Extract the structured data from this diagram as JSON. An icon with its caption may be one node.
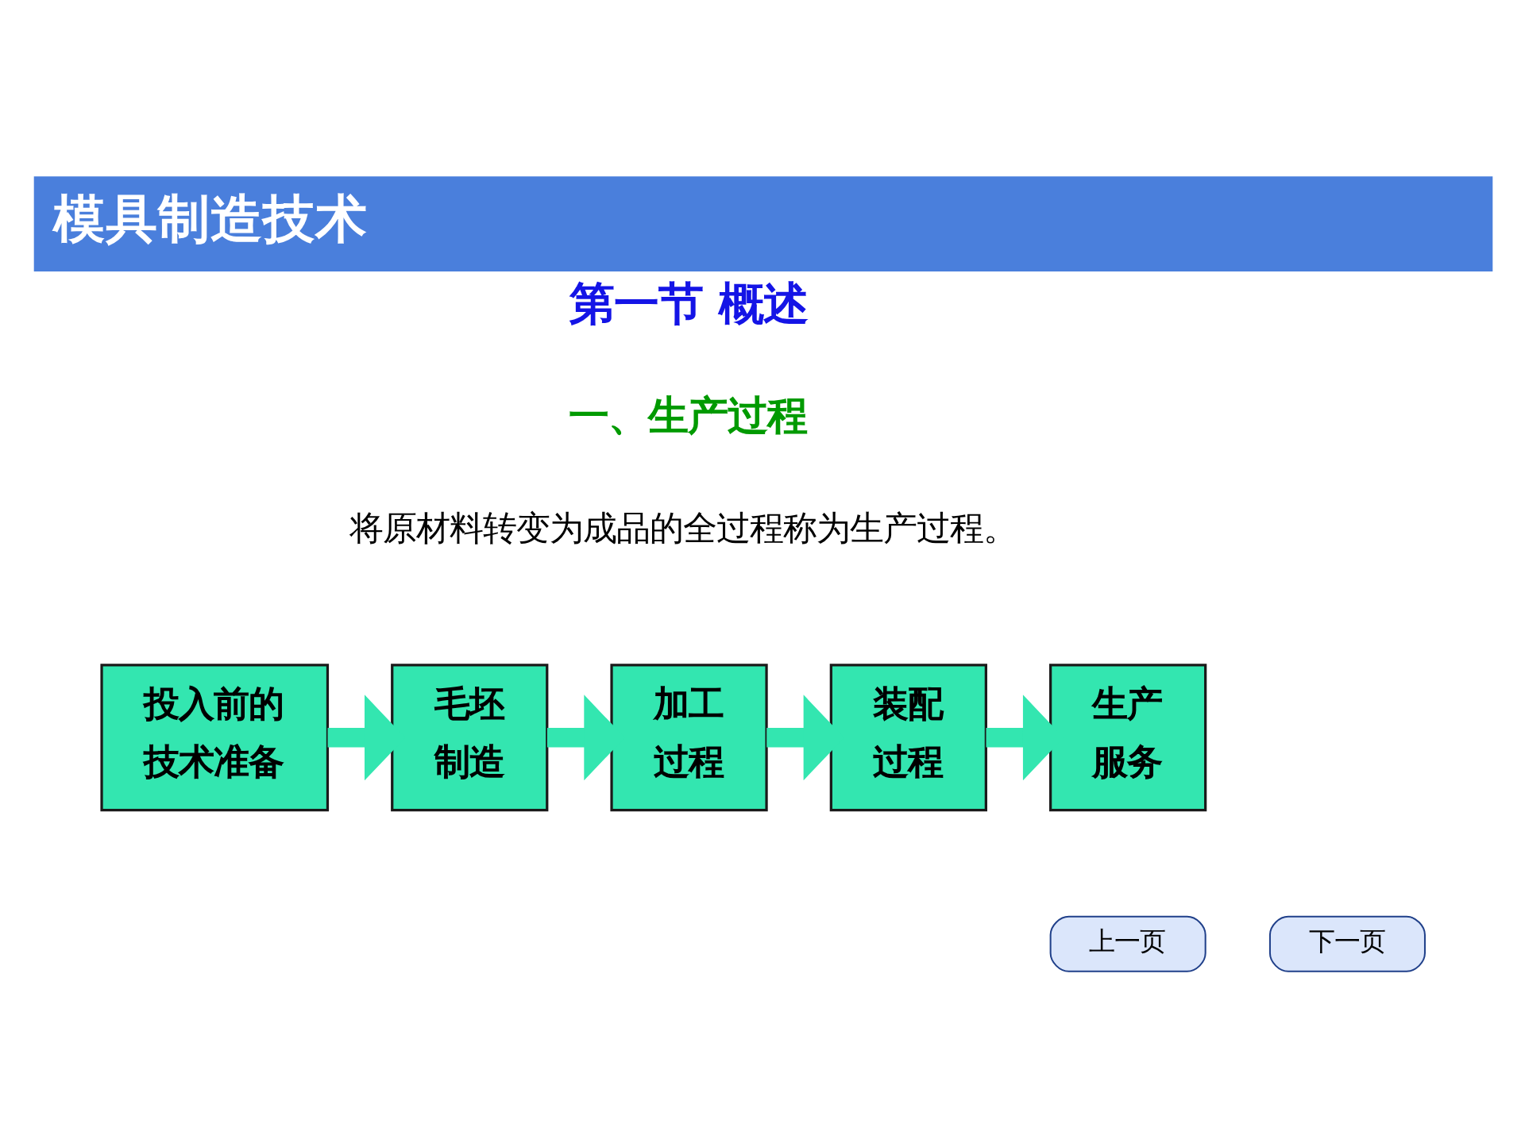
{
  "diagram": {
    "title": "模具制造技术",
    "nodes": [
      {
        "text": [
          "投入前的技术准备"
        ]
      },
      {
        "text": [
          "毛坯制造"
        ]
      },
      {
        "text": [
          "加工过程"
        ]
      },
      {
        "text": [
          "装配过程"
        ]
      },
      {
        "text": [
          "生产服务"
        ]
      }
    ],
    "edges": [
      {
        "from": 0,
        "to": 1,
        "arrow": "to"
      },
      {
        "from": 1,
        "to": 2,
        "arrow": "to"
      },
      {
        "from": 2,
        "to": 3,
        "arrow": "to"
      },
      {
        "from": 3,
        "to": 4,
        "arrow": "to"
      }
    ],
    "labels": [
      "第一节 概述",
      "一、生产过程",
      "将原材料转变为成品的全过程称为生产过程。",
      "上一页",
      "下一页"
    ]
  }
}
